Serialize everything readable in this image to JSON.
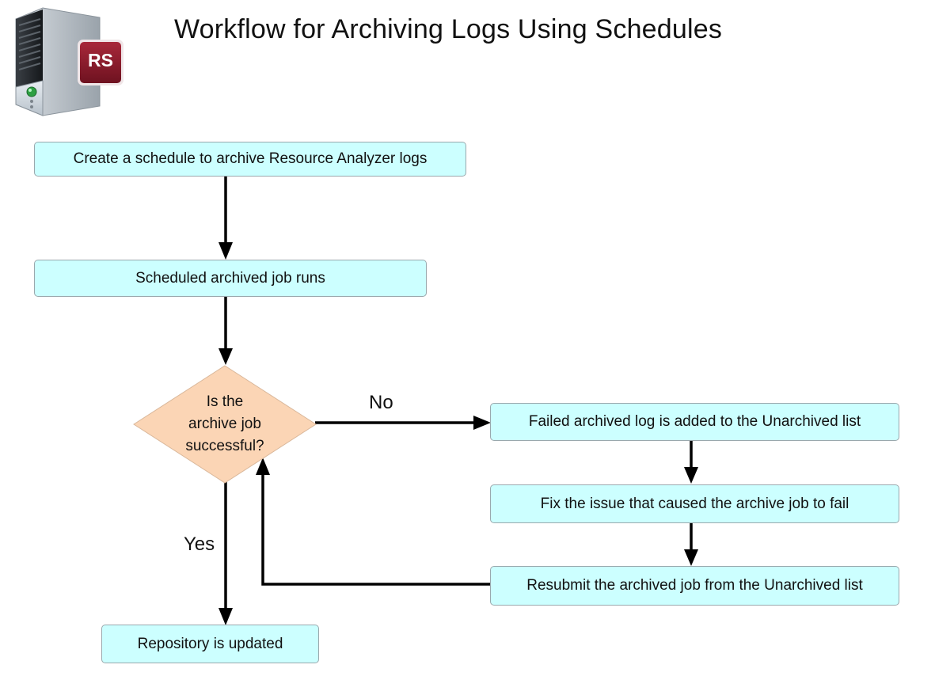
{
  "title": "Workflow for Archiving Logs Using Schedules",
  "logo": {
    "badge_text": "RS",
    "icon": "server-tower-icon",
    "badge_color": "#8a1c2b"
  },
  "colors": {
    "process_fill": "#ccffff",
    "decision_fill": "#fbd5b5",
    "connector": "#000000"
  },
  "steps": {
    "create_schedule": "Create a schedule to archive Resource Analyzer  logs",
    "job_runs": "Scheduled archived job runs",
    "failed_added": "Failed archived log is added to the Unarchived  list",
    "fix_issue": "Fix the issue that caused the archive job to fail",
    "resubmit": "Resubmit the archived job from the Unarchived list",
    "repository_updated": "Repository is updated"
  },
  "decision": {
    "lines": [
      "Is the",
      "archive job",
      "successful?"
    ]
  },
  "branches": {
    "no": "No",
    "yes": "Yes"
  }
}
